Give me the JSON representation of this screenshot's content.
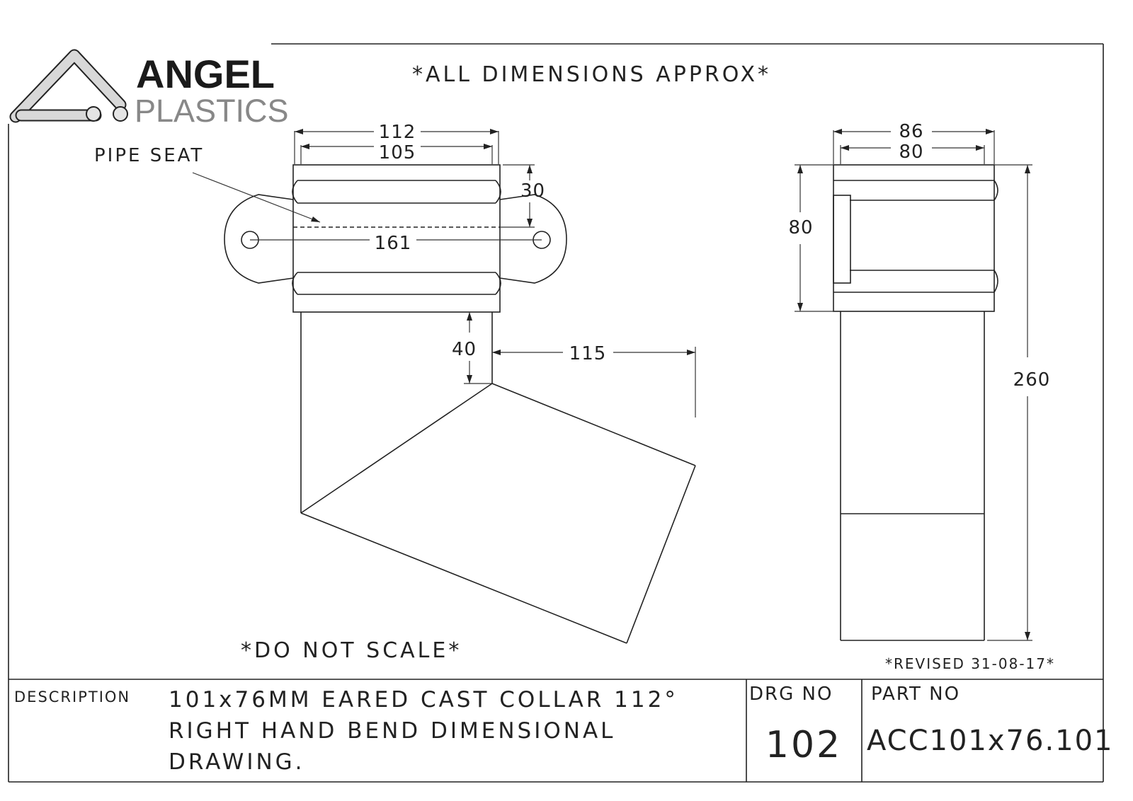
{
  "logo": {
    "name_line1": "ANGEL",
    "name_line2": "PLASTICS"
  },
  "notes": {
    "header": "*ALL DIMENSIONS APPROX*",
    "footer": "*DO NOT SCALE*",
    "revised": "*REVISED 31-08-17*"
  },
  "front_view": {
    "callout": "PIPE SEAT",
    "dims": {
      "overall_width": "112",
      "inner_width": "105",
      "seat_depth": "30",
      "ear_centres": "161",
      "spigot_length": "40",
      "offset": "115"
    }
  },
  "side_view": {
    "dims": {
      "outer_width": "86",
      "inner_width": "80",
      "collar_height": "80",
      "overall_height": "260"
    }
  },
  "title_block": {
    "description_label": "DESCRIPTION",
    "description_lines": [
      "101x76MM EARED CAST COLLAR 112°",
      "RIGHT HAND BEND DIMENSIONAL",
      "DRAWING."
    ],
    "drg_no_label": "DRG NO",
    "drg_no": "102",
    "part_no_label": "PART NO",
    "part_no": "ACC101x76.101"
  }
}
